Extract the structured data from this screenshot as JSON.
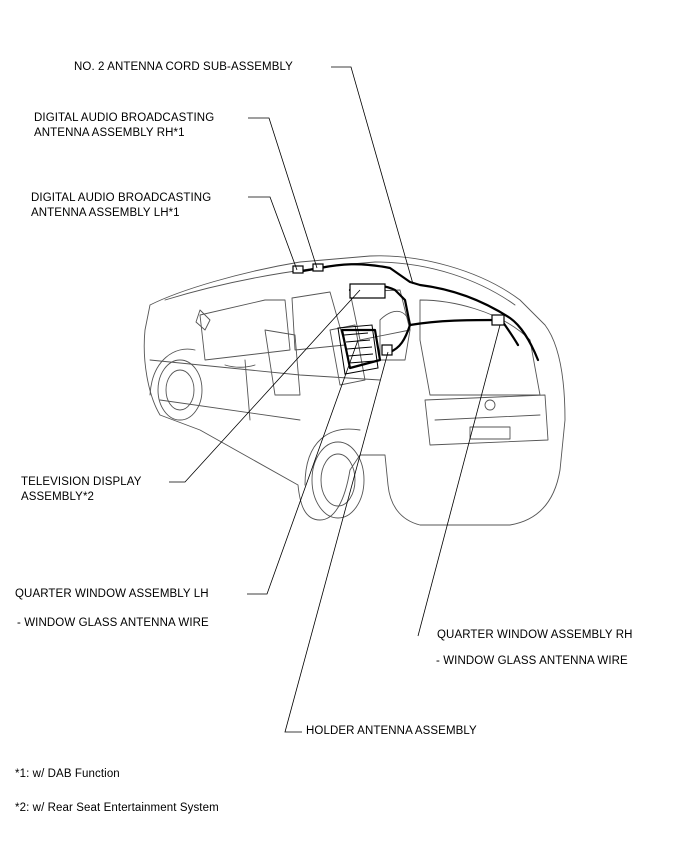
{
  "labels": {
    "no2_cord": "NO. 2 ANTENNA CORD SUB-ASSEMBLY",
    "dab_rh_1": "DIGITAL AUDIO BROADCASTING",
    "dab_rh_2": "ANTENNA ASSEMBLY RH*1",
    "dab_lh_1": "DIGITAL AUDIO BROADCASTING",
    "dab_lh_2": "ANTENNA ASSEMBLY LH*1",
    "tv_1": "TELEVISION DISPLAY",
    "tv_2": "ASSEMBLY*2",
    "qw_lh": "QUARTER WINDOW ASSEMBLY LH",
    "qw_lh_sub": "- WINDOW GLASS ANTENNA WIRE",
    "qw_rh": "QUARTER WINDOW ASSEMBLY RH",
    "qw_rh_sub": "- WINDOW GLASS ANTENNA WIRE",
    "holder": "HOLDER ANTENNA ASSEMBLY"
  },
  "footnotes": {
    "note1": "*1: w/ DAB Function",
    "note2": "*2: w/ Rear Seat Entertainment System"
  }
}
